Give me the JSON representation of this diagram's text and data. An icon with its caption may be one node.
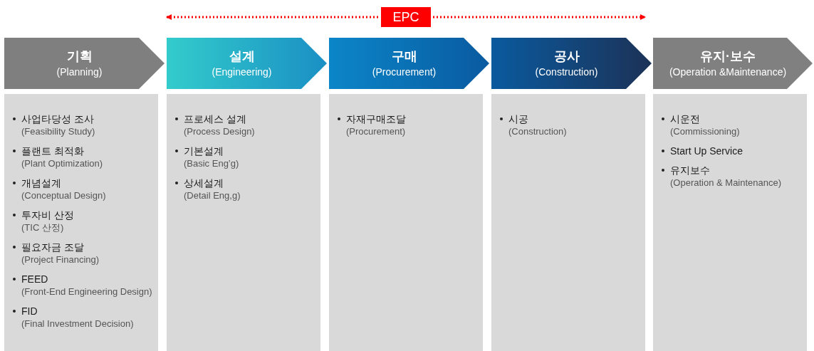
{
  "diagram": {
    "nodes": [
      {
        "text": [
          "EPC"
        ]
      },
      {
        "text": [
          "기획",
          "(Planning)"
        ]
      },
      {
        "text": [
          "설계",
          "(Engineering)"
        ]
      },
      {
        "text": [
          "구매",
          "(Procurement)"
        ]
      },
      {
        "text": [
          "공사",
          "(Construction)"
        ]
      },
      {
        "text": [
          "유지·보수",
          "(Operation &Maintenance)"
        ]
      },
      {
        "text": [
          "사업타당성 조사",
          "(Feasibility Study)",
          "플랜트 최적화",
          "(Plant Optimization)",
          "개념설계",
          "(Conceptual Design)",
          "투자비 산정",
          "(TIC 산정)",
          "필요자금 조달",
          "(Project Financing)",
          "FEED",
          "(Front-End Engineering Design)",
          "FID",
          "(Final Investment Decision)"
        ]
      },
      {
        "text": [
          "프로세스 설계",
          "(Process Design)",
          "기본설계",
          "(Basic Eng’g)",
          "상세설계",
          "(Detail Eng,g)"
        ]
      },
      {
        "text": [
          "자재구매조달",
          "(Procurement)"
        ]
      },
      {
        "text": [
          "시공",
          "(Construction)"
        ]
      },
      {
        "text": [
          "시운전",
          "(Commissioning)",
          "Start Up Service",
          "유지보수",
          "(Operation & Maintenance)"
        ]
      }
    ]
  }
}
